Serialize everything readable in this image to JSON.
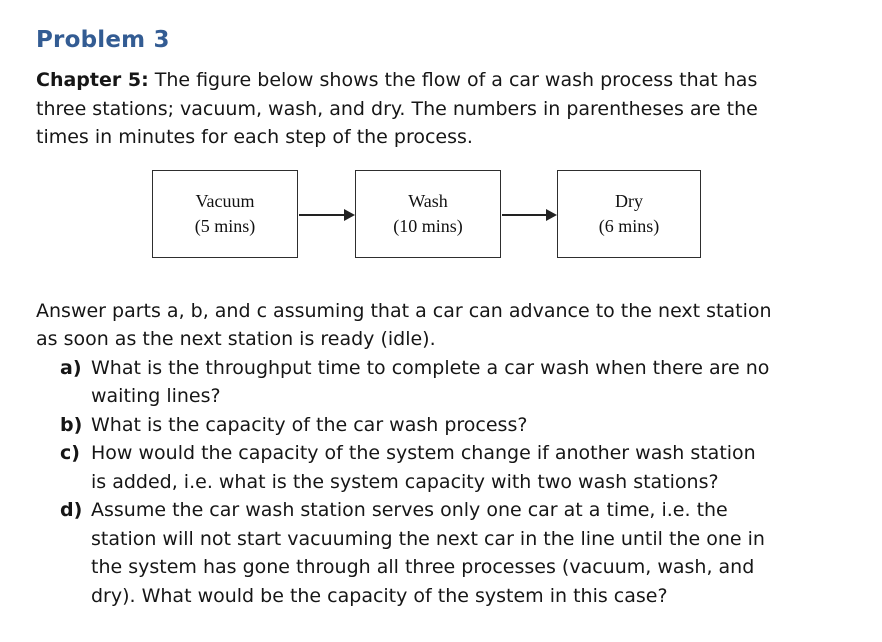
{
  "title": "Problem 3",
  "intro": {
    "bold_prefix": "Chapter 5:",
    "line1_rest": " The figure below shows the flow of a car wash process that has",
    "line2": "three stations; vacuum, wash, and dry. The numbers in parentheses are the",
    "line3": "times in minutes for each step of the process."
  },
  "diagram": {
    "type": "flow",
    "stations": [
      {
        "name": "Vacuum",
        "time": "(5 mins)"
      },
      {
        "name": "Wash",
        "time": "(10 mins)"
      },
      {
        "name": "Dry",
        "time": "(6 mins)"
      }
    ]
  },
  "answer_note": {
    "line1": "Answer parts a, b, and c assuming that a car can advance to the next station",
    "line2": "as soon as the next station is ready (idle)."
  },
  "questions": [
    {
      "marker": "a)",
      "lines": [
        "What is the throughput time to complete a car wash when there are no",
        "waiting lines?"
      ]
    },
    {
      "marker": "b)",
      "lines": [
        "What is the capacity of the car wash process?"
      ]
    },
    {
      "marker": "c)",
      "lines": [
        "How would the capacity of the system change if another wash station",
        "is added, i.e. what is the system capacity with two wash stations?"
      ]
    },
    {
      "marker": "d)",
      "lines": [
        "Assume the car wash station serves only one car at a time, i.e. the",
        "station will not start vacuuming the next car in the line until the one in",
        "the system has gone through all three processes (vacuum, wash, and",
        "dry). What would be the capacity of the system in this case?"
      ]
    }
  ],
  "colors": {
    "heading": "#335C93",
    "body_text": "#161616",
    "box_border": "#2e2e2e",
    "background": "#ffffff"
  }
}
